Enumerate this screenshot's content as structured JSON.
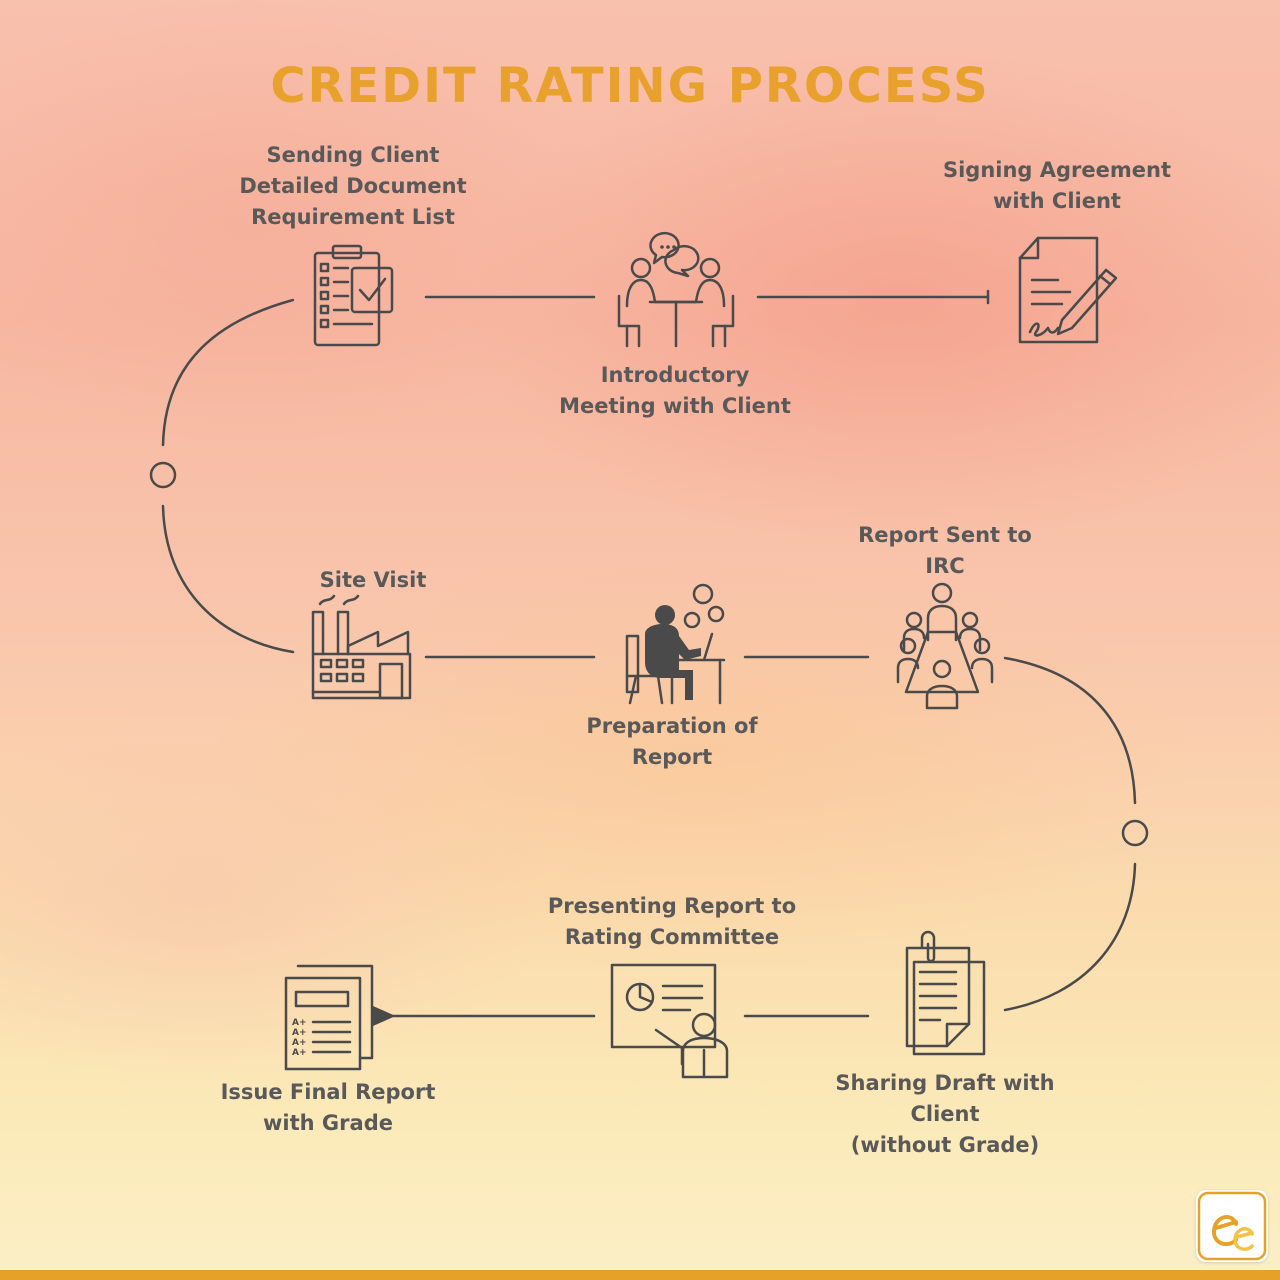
{
  "title": "CREDIT RATING PROCESS",
  "colors": {
    "title": "#e8a12c",
    "ink": "#4a4a4a",
    "text": "#595959",
    "bar": "#e5a22a"
  },
  "steps": [
    {
      "id": "doc-list",
      "label": "Sending Client\nDetailed Document\nRequirement List",
      "icon": "checklist-icon"
    },
    {
      "id": "intro-meeting",
      "label": "Introductory\nMeeting with Client",
      "icon": "meeting-icon"
    },
    {
      "id": "agreement",
      "label": "Signing Agreement\nwith Client",
      "icon": "contract-signing-icon"
    },
    {
      "id": "site-visit",
      "label": "Site Visit",
      "icon": "factory-icon"
    },
    {
      "id": "preparation",
      "label": "Preparation of\nReport",
      "icon": "desk-worker-icon"
    },
    {
      "id": "irc",
      "label": "Report Sent to\nIRC",
      "icon": "conference-table-icon"
    },
    {
      "id": "sharing-draft",
      "label": "Sharing Draft with\nClient\n(without Grade)",
      "icon": "clipped-documents-icon"
    },
    {
      "id": "presenting",
      "label": "Presenting Report to\nRating Committee",
      "icon": "presentation-icon"
    },
    {
      "id": "final-report",
      "label": "Issue Final Report\nwith Grade",
      "icon": "graded-report-icon"
    }
  ],
  "grade_marks": [
    "A+",
    "A+",
    "A+",
    "A+"
  ],
  "logo_icon": "company-logo-icon"
}
